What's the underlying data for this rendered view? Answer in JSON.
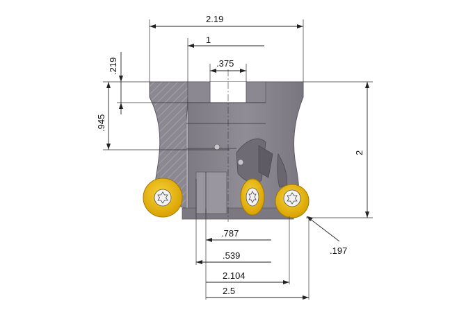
{
  "dimensions": {
    "overall_width": "2.19",
    "top_width": "1",
    "key_slot": ".375",
    "top_thickness": ".219",
    "bore_depth": ".945",
    "height": "2",
    "insert_radius": ".197",
    "d1": ".787",
    "d2": ".539",
    "d3": "2.104",
    "d4": "2.5"
  },
  "colors": {
    "body": "#8a8690",
    "body_dark": "#6e6a74",
    "body_light": "#a4a0aa",
    "insert": "#e8b400",
    "insert_dark": "#b88a00",
    "screw": "#e6e6e6"
  }
}
